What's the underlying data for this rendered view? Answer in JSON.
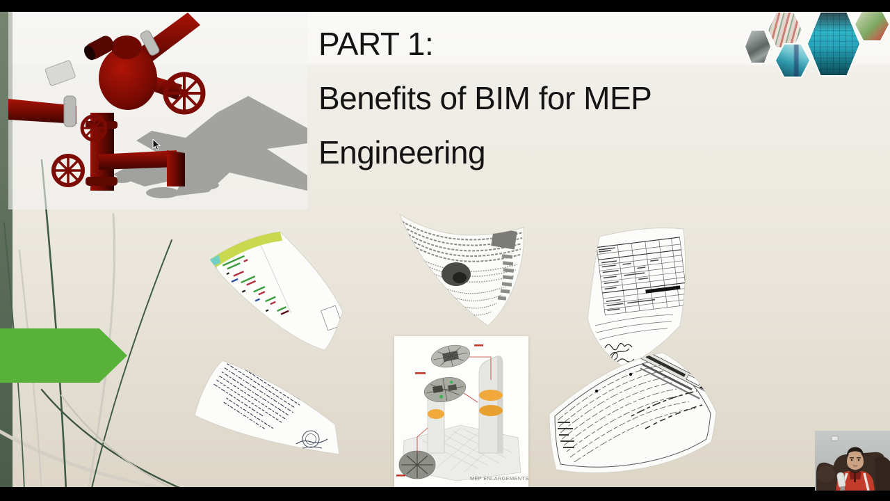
{
  "slide": {
    "title_lines": [
      "PART 1:",
      "Benefits of BIM for MEP",
      "Engineering"
    ]
  },
  "documents": {
    "mep_page_caption": "MEP ENLARGEMENTS"
  },
  "colors": {
    "bg_top": "#fafaf8",
    "bg_bottom": "#ddd6c7",
    "letterbox": "#000000",
    "accent_green": "#58b23a",
    "strip_green": "#5e6f5c",
    "grass_green": "#3f5a45",
    "grass_gray": "#cfccc3",
    "valve_red": "#7c0b03",
    "valve_red_light": "#a81205",
    "shadow_gray": "#9d9d9b",
    "hex_teal": "#2aa9bf",
    "title_text": "#141414",
    "caption_gray": "#7a7a74"
  }
}
